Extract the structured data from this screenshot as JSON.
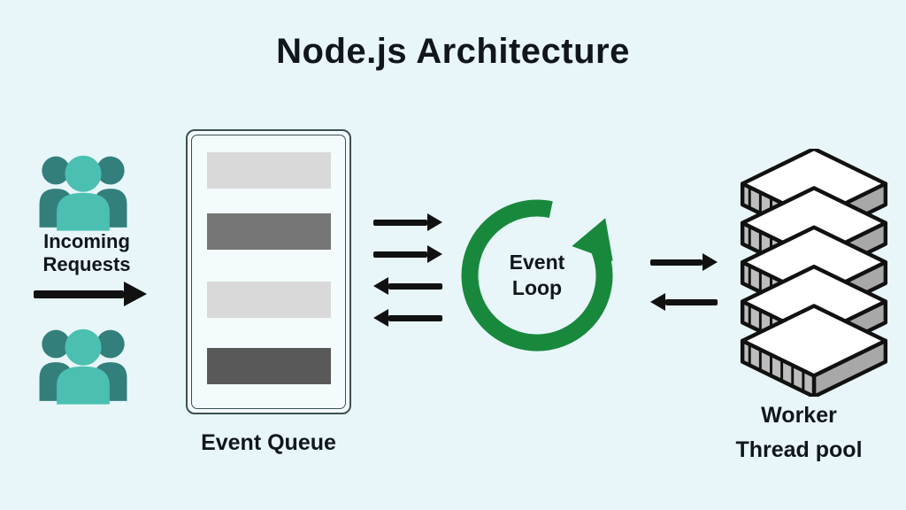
{
  "title": "Node.js Architecture",
  "colors": {
    "background": "#e8f6f9",
    "teal_light": "#4bc0b2",
    "teal_dark": "#337f7c",
    "green": "#18893c",
    "bar_light": "#d9d9d9",
    "bar_medium": "#767676",
    "bar_dark": "#595959",
    "black": "#111111",
    "text": "#10161c",
    "frame_line": "#3d5054",
    "queue_bg": "#f3fbfd",
    "layer_left": "#bdbdbd",
    "layer_right": "#a8a8a8",
    "layer_top": "#ffffff"
  },
  "icons": {
    "clients_top": "users-group-icon",
    "clients_bottom": "users-group-icon",
    "loop": "circular-arrow-icon",
    "worker_stack": "layer-stack-icon"
  },
  "incoming": {
    "line1": "Incoming",
    "line2": "Requests"
  },
  "event_queue": {
    "label": "Event Queue",
    "bars": [
      {
        "shade": "light"
      },
      {
        "shade": "medium"
      },
      {
        "shade": "light"
      },
      {
        "shade": "dark"
      }
    ]
  },
  "event_loop": {
    "line1": "Event",
    "line2": "Loop"
  },
  "worker_pool": {
    "line1": "Worker",
    "line2": "Thread pool",
    "layer_count": 5
  },
  "arrows": {
    "incoming_to_queue": [
      "right"
    ],
    "queue_to_loop": [
      "right",
      "right",
      "left",
      "left"
    ],
    "loop_to_worker": [
      "right",
      "left"
    ]
  }
}
